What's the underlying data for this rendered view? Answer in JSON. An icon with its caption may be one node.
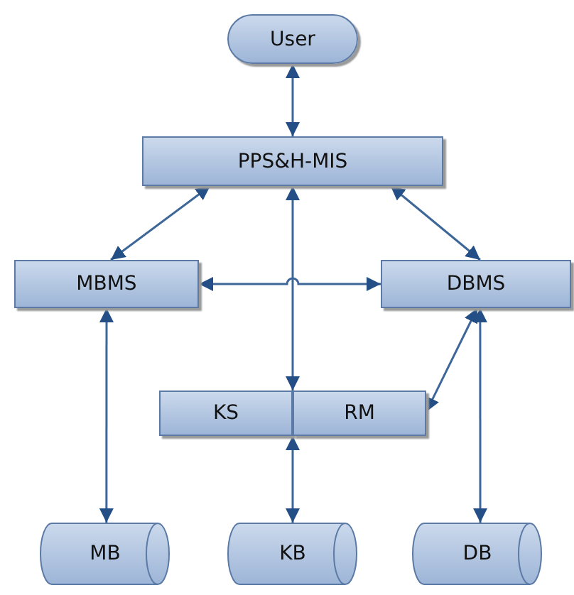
{
  "diagram": {
    "nodes": [
      {
        "text": [
          "User"
        ]
      },
      {
        "text": [
          "PPS&H-MIS"
        ]
      },
      {
        "text": [
          "MBMS"
        ]
      },
      {
        "text": [
          "DBMS"
        ]
      },
      {
        "text": [
          "KS"
        ]
      },
      {
        "text": [
          "RM"
        ]
      },
      {
        "text": [
          "MB"
        ]
      },
      {
        "text": [
          "KB"
        ]
      },
      {
        "text": [
          "DB"
        ]
      }
    ],
    "edges": [
      {
        "from": 0,
        "to": 1,
        "arrow": "both"
      },
      {
        "from": 1,
        "to": 2,
        "arrow": "both"
      },
      {
        "from": 1,
        "to": 3,
        "arrow": "both"
      },
      {
        "from": 2,
        "to": 3,
        "arrow": "both"
      },
      {
        "from": 1,
        "to": 4,
        "arrow": "both"
      },
      {
        "from": 5,
        "to": 3,
        "arrow": "both"
      },
      {
        "from": 2,
        "to": 6,
        "arrow": "both"
      },
      {
        "from": 4,
        "to": 7,
        "arrow": "both"
      },
      {
        "from": 3,
        "to": 8,
        "arrow": "both"
      }
    ]
  }
}
